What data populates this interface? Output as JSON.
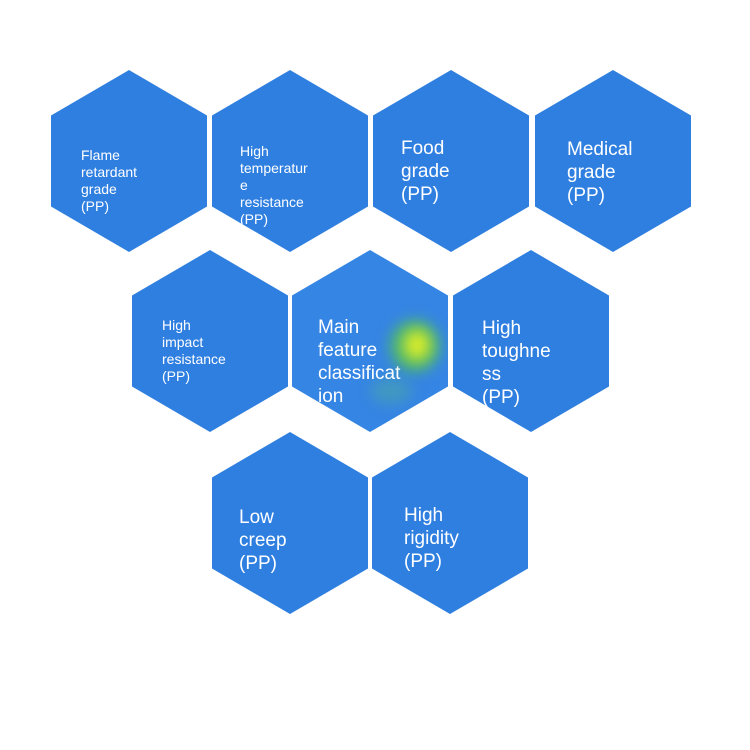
{
  "diagram": {
    "hexagons": [
      {
        "id": "flame",
        "label": "Flame\nretardant\ngrade\n(PP)"
      },
      {
        "id": "hightemp",
        "label": "High\ntemperatur\ne\nresistance\n(PP)"
      },
      {
        "id": "food",
        "label": "Food\ngrade\n(PP)"
      },
      {
        "id": "medical",
        "label": "Medical\ngrade\n(PP)"
      },
      {
        "id": "impact",
        "label": "High\nimpact\nresistance\n(PP)"
      },
      {
        "id": "main",
        "label": "Main\nfeature\nclassificat\nion"
      },
      {
        "id": "toughness",
        "label": "High\ntoughne\nss\n(PP)"
      },
      {
        "id": "creep",
        "label": "Low\ncreep\n(PP)"
      },
      {
        "id": "rigidity",
        "label": "High\nrigidity\n(PP)"
      }
    ]
  },
  "colors": {
    "hexagon_fill": "#2f7fe0",
    "text": "#ffffff",
    "background": "#ffffff",
    "center_highlight": "#c8e830"
  }
}
